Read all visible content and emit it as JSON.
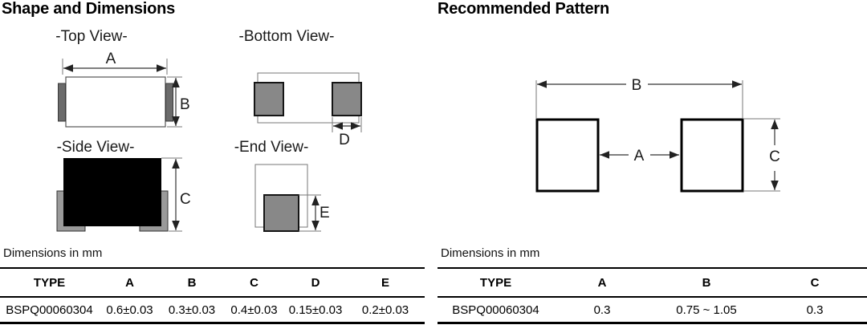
{
  "sections": {
    "left": {
      "title": "Shape and Dimensions",
      "views": {
        "top": "-Top View-",
        "bottom": "-Bottom View-",
        "side": "-Side View-",
        "end": "-End View-"
      },
      "dim_labels": {
        "A": "A",
        "B": "B",
        "C": "C",
        "D": "D",
        "E": "E"
      },
      "note": "Dimensions in mm",
      "table": {
        "headers": [
          "TYPE",
          "A",
          "B",
          "C",
          "D",
          "E"
        ],
        "rows": [
          [
            "BSPQ00060304",
            "0.6±0.03",
            "0.3±0.03",
            "0.4±0.03",
            "0.15±0.03",
            "0.2±0.03"
          ]
        ]
      }
    },
    "right": {
      "title": "Recommended Pattern",
      "dim_labels": {
        "A": "A",
        "B": "B",
        "C": "C"
      },
      "note": "Dimensions in mm",
      "table": {
        "headers": [
          "TYPE",
          "A",
          "B",
          "C"
        ],
        "rows": [
          [
            "BSPQ00060304",
            "0.3",
            "0.75 ~ 1.05",
            "0.3"
          ]
        ]
      }
    }
  },
  "colors": {
    "pad_gray": "#888888",
    "terminal_gray": "#6b6b6b",
    "bracket_gray": "#9a9a9a",
    "body_black": "#000000",
    "line_dark": "#333333",
    "line_light": "#777777"
  }
}
